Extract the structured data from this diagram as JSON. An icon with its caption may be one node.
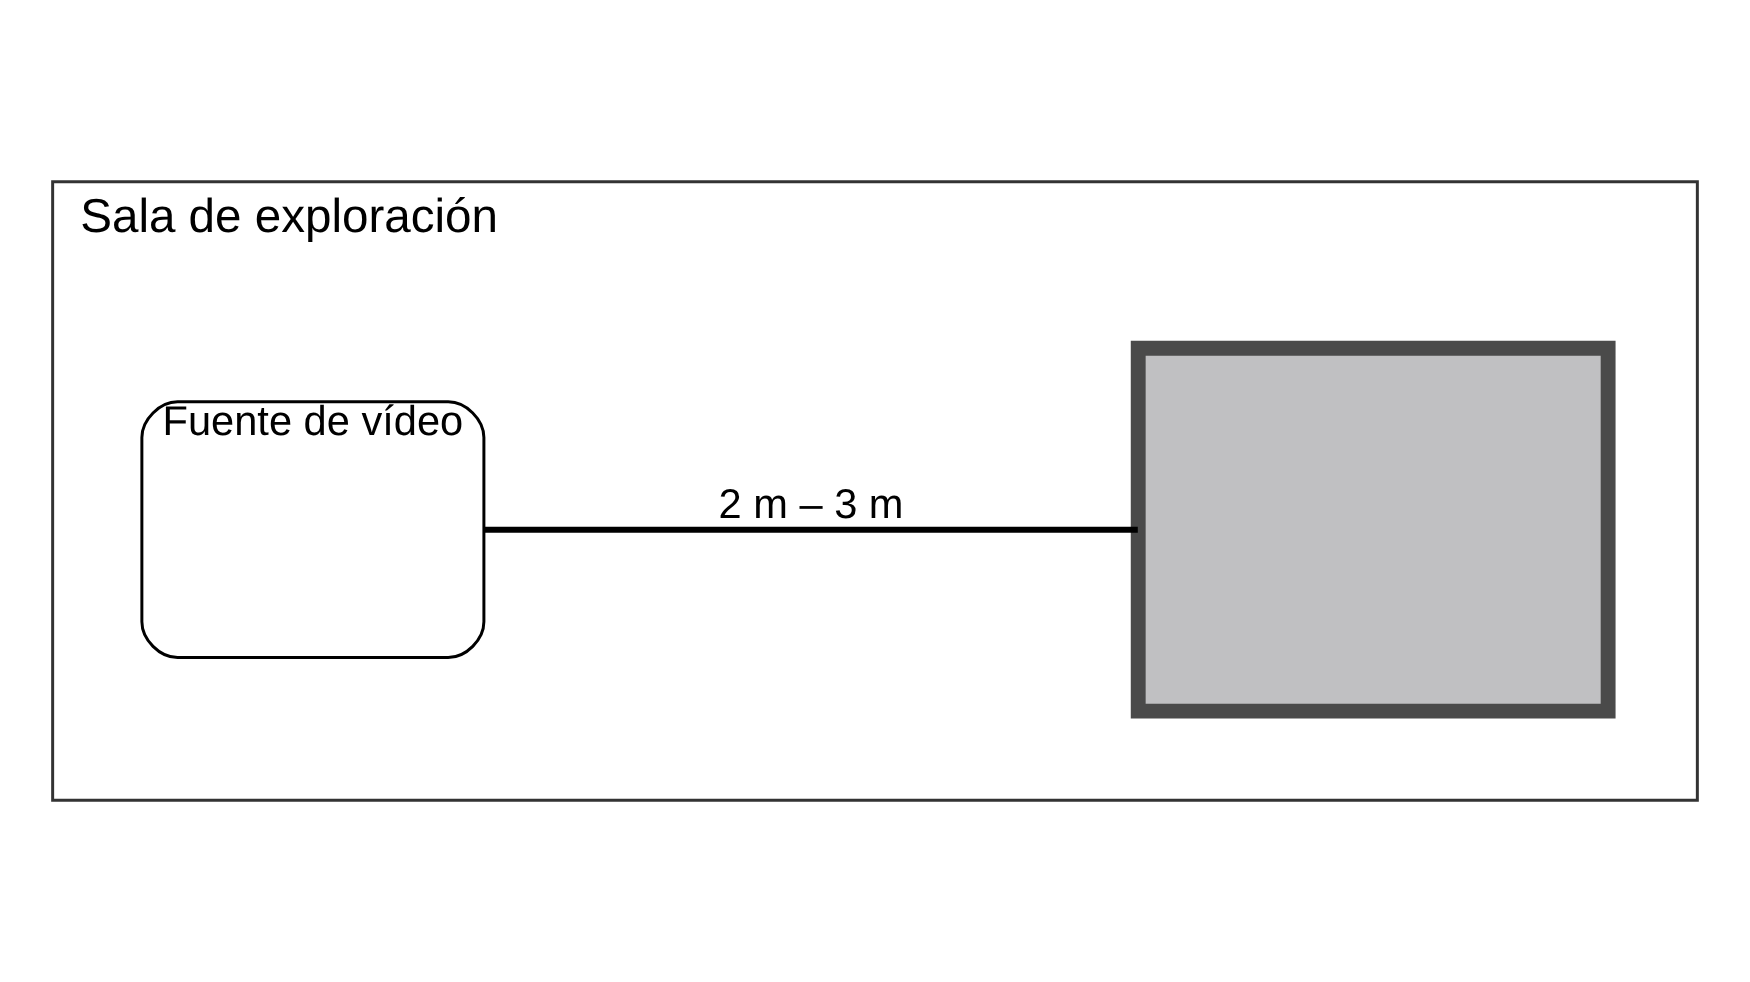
{
  "diagram": {
    "nodes": [
      {
        "text": [
          "Sala de exploración"
        ]
      },
      {
        "text": [
          "Fuente de vídeo"
        ],
        "in": 0
      },
      {
        "text": [],
        "shape": "box",
        "in": 0
      }
    ],
    "edges": [
      {
        "from": 1,
        "to": 2,
        "arrow": "none",
        "label": "2 m – 3 m"
      }
    ]
  }
}
